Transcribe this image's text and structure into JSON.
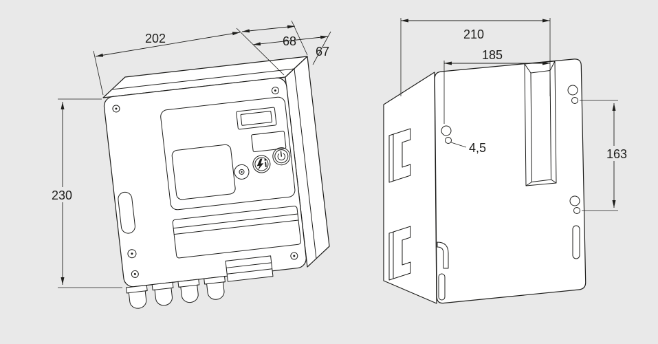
{
  "colors": {
    "background": "#e9e9e9",
    "line": "#1d1d1b",
    "device_face": "#ffffff"
  },
  "front_view": {
    "dims": {
      "width": "202",
      "depth_top": "68",
      "depth_front": "67",
      "height": "230"
    }
  },
  "rear_view": {
    "dims": {
      "width_overall": "210",
      "inner_width": "185",
      "hole_diameter": "4,5",
      "vertical_spacing": "163"
    }
  },
  "icons": {
    "signal_lamp": "signal-lamp-icon",
    "reset_info": "reset-info-icon",
    "power": "power-icon"
  }
}
